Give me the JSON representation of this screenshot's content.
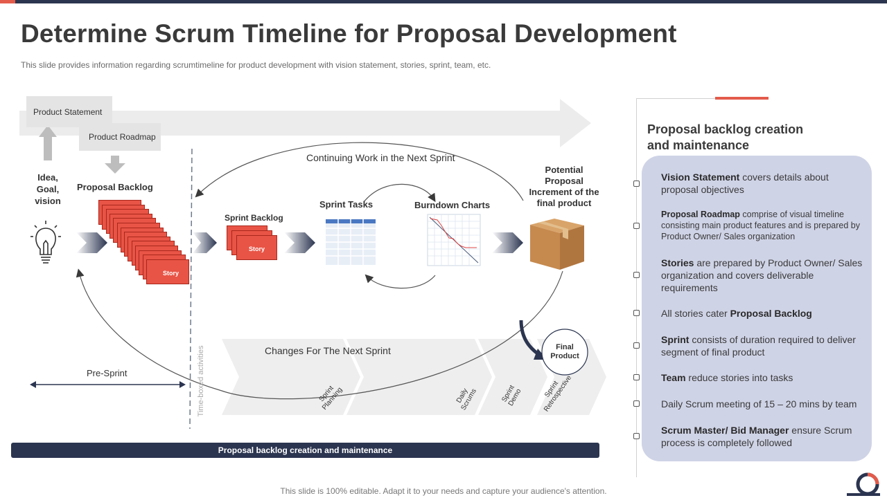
{
  "title": "Determine Scrum Timeline for Proposal Development",
  "subtitle": "This slide provides information regarding scrumtimeline for product development with vision statement, stories, sprint, team, etc.",
  "diagram": {
    "product_statement": "Product Statement",
    "product_roadmap": "Product Roadmap",
    "idea_goal_vision": [
      "Idea,",
      "Goal,",
      "vision"
    ],
    "proposal_backlog": "Proposal Backlog",
    "story": "Story",
    "continuing_work": "Continuing Work in the Next Sprint",
    "sprint_backlog": "Sprint Backlog",
    "sprint_tasks": "Sprint Tasks",
    "burndown_charts": "Burndown Charts",
    "potential_increment": [
      "Potential",
      "Proposal",
      "Increment of the",
      "final product"
    ],
    "final_product": [
      "Final",
      "Product"
    ],
    "changes_next_sprint": "Changes For The Next Sprint",
    "pre_sprint": "Pre-Sprint",
    "time_boxed": "Time-boxed activities",
    "chevrons": [
      [
        "Sprint",
        "Planning"
      ],
      [
        "Daily",
        "Scrums"
      ],
      [
        "Sprint",
        "Demo"
      ],
      [
        "Sprint",
        "Retrospective"
      ]
    ],
    "bottom_bar": "Proposal backlog creation and maintenance"
  },
  "panel": {
    "title": [
      "Proposal backlog creation",
      "and maintenance"
    ],
    "items": [
      {
        "bold": "Vision Statement",
        "text": " covers details about proposal objectives"
      },
      {
        "bold": "Proposal Roadmap",
        "text": " comprise of visual timeline consisting main product features and is prepared by Product Owner/ Sales organization"
      },
      {
        "bold": "Stories",
        "text": " are prepared by Product Owner/ Sales organization and covers deliverable requirements"
      },
      {
        "pre": "All stories cater ",
        "bold": "Proposal Backlog",
        "text": ""
      },
      {
        "bold": "Sprint",
        "text": " consists of duration required to deliver segment of final product"
      },
      {
        "bold": "Team",
        "text": " reduce stories into tasks"
      },
      {
        "pre": "Daily Scrum meeting of 15 – 20 mins by team",
        "bold": "",
        "text": ""
      },
      {
        "bold": "Scrum Master/ Bid Manager",
        "text": " ensure Scrum process is completely followed"
      }
    ]
  },
  "footer": "This slide is 100% editable. Adapt it to your needs and capture your audience's attention.",
  "colors": {
    "navy": "#2b3550",
    "accent": "#e35b4b",
    "story": "#e85446",
    "panel": "#cfd3e6"
  },
  "icons": [
    "lightbulb-icon",
    "box-icon",
    "table-icon",
    "burndown-chart-icon",
    "logo-icon"
  ]
}
